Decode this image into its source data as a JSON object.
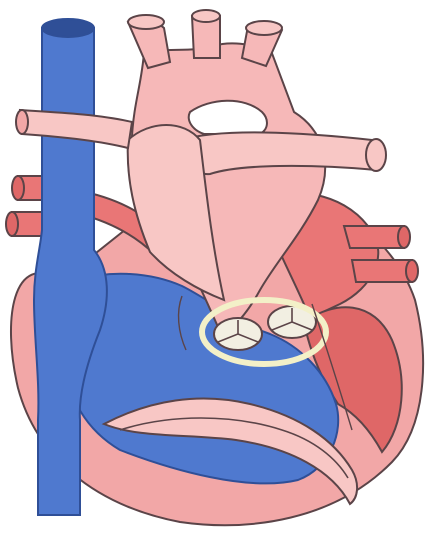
{
  "diagram": {
    "kind": "heart-cross-section",
    "labels": [],
    "colors": {
      "background": "#ffffff",
      "deoxygenated_blue": "#4f79cf",
      "blue_outline": "#2f4f97",
      "aorta_pink": "#f6b8b8",
      "pink_light": "#f8c7c5",
      "wall_pink": "#f2a7a7",
      "oxygenated_red": "#e97676",
      "red_dark": "#df6767",
      "outline": "#5b4448",
      "highlight_ring": "#f3f0c8",
      "valve_fill": "#f2efe2"
    },
    "highlight": {
      "shape": "ellipse",
      "encloses": "two valves"
    }
  }
}
